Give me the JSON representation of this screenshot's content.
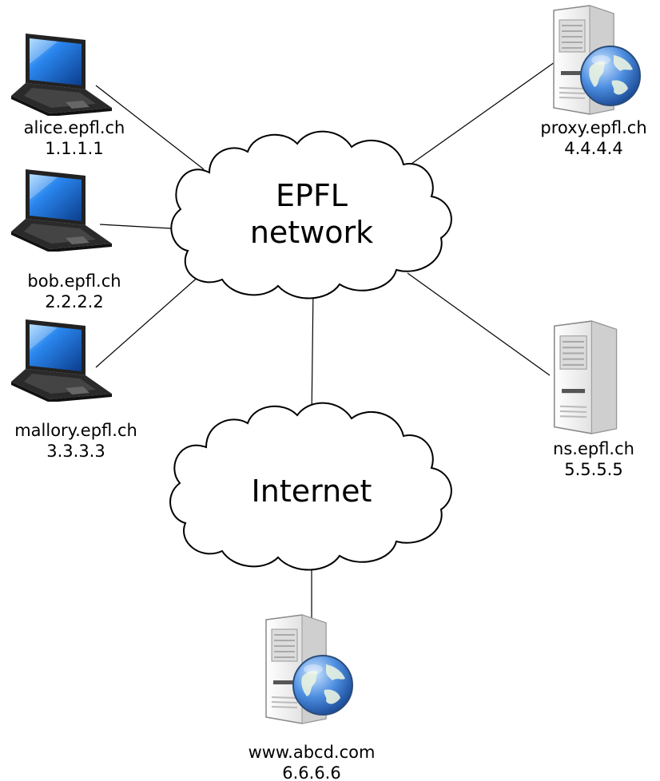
{
  "clouds": {
    "epfl": {
      "line1": "EPFL",
      "line2": "network"
    },
    "internet": {
      "line1": "Internet"
    }
  },
  "nodes": {
    "alice": {
      "host": "alice.epfl.ch",
      "ip": "1.1.1.1",
      "icon": "laptop-icon"
    },
    "bob": {
      "host": "bob.epfl.ch",
      "ip": "2.2.2.2",
      "icon": "laptop-icon"
    },
    "mallory": {
      "host": "mallory.epfl.ch",
      "ip": "3.3.3.3",
      "icon": "laptop-icon"
    },
    "proxy": {
      "host": "proxy.epfl.ch",
      "ip": "4.4.4.4",
      "icon": "web-server-icon"
    },
    "ns": {
      "host": "ns.epfl.ch",
      "ip": "5.5.5.5",
      "icon": "server-icon"
    },
    "www": {
      "host": "www.abcd.com",
      "ip": "6.6.6.6",
      "icon": "web-server-icon"
    }
  },
  "colors": {
    "line": "#000000",
    "cloud_fill": "#ffffff",
    "screen": "#1f6fd6",
    "server_body": "#e6e6e6",
    "globe": "#3f7fd9"
  }
}
